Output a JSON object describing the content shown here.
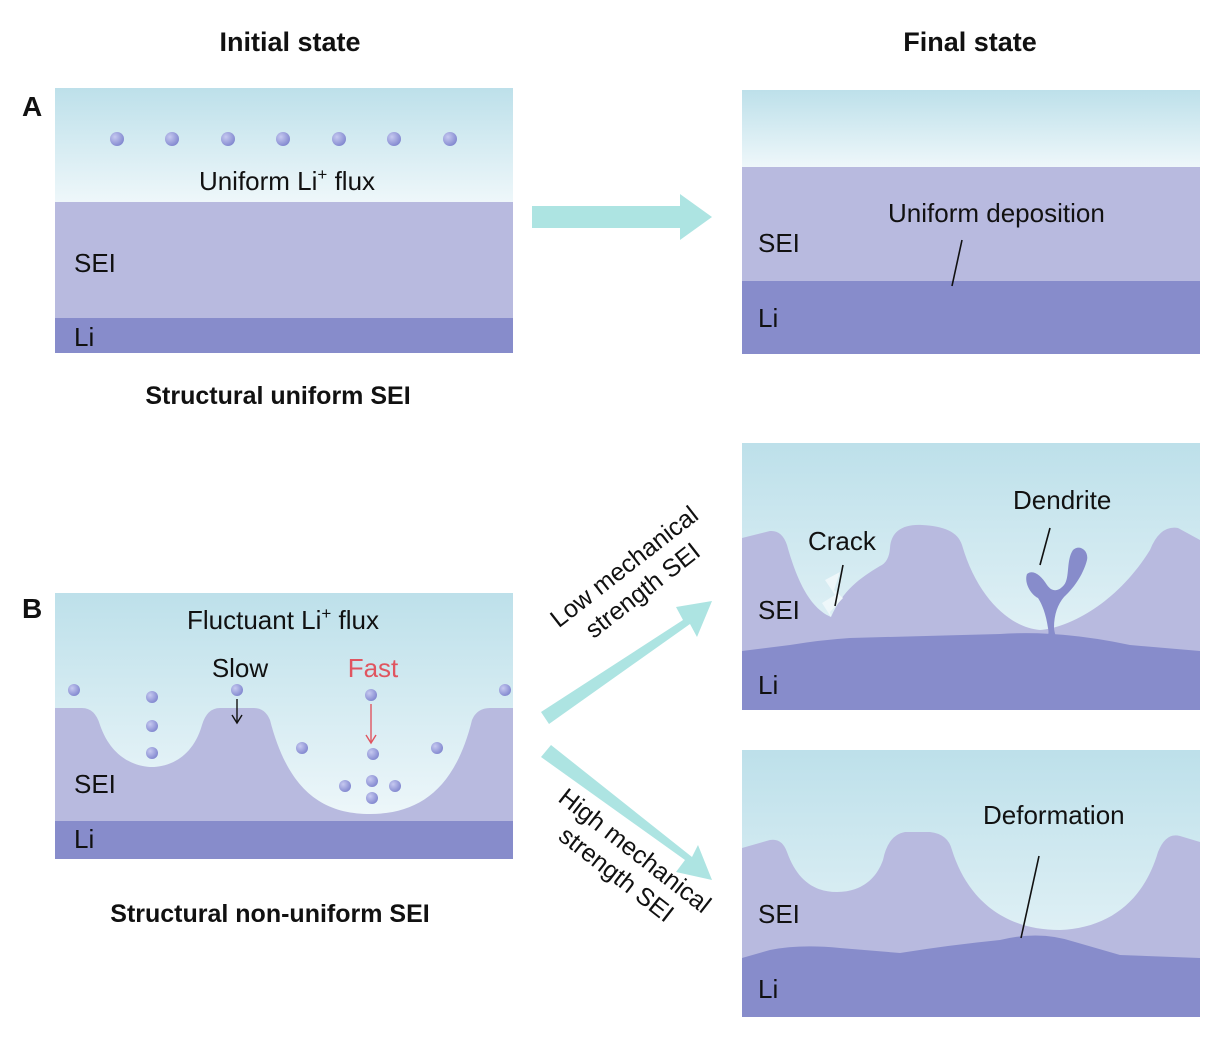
{
  "headers": {
    "initial": "Initial state",
    "final": "Final state"
  },
  "panelA": {
    "letter": "A",
    "flux_base": "Uniform Li",
    "flux_sup": "+",
    "flux_tail": " flux",
    "sei": "SEI",
    "li": "Li",
    "caption": "Structural uniform SEI",
    "final": {
      "sei": "SEI",
      "li": "Li",
      "annotation": "Uniform deposition"
    }
  },
  "panelB": {
    "letter": "B",
    "flux_base": "Fluctuant Li",
    "flux_sup": "+",
    "flux_tail": " flux",
    "slow": "Slow",
    "fast": "Fast",
    "sei": "SEI",
    "li": "Li",
    "caption": "Structural non-uniform SEI",
    "arrow_low": {
      "line1": "Low mechanical",
      "line2": "strength SEI"
    },
    "arrow_high": {
      "line1": "High mechanical",
      "line2": "strength SEI"
    },
    "final_low": {
      "sei": "SEI",
      "li": "Li",
      "crack": "Crack",
      "dendrite": "Dendrite"
    },
    "final_high": {
      "sei": "SEI",
      "li": "Li",
      "deformation": "Deformation"
    }
  },
  "colors": {
    "electrolyte_top": "#bde0ea",
    "electrolyte_bottom": "#eef7fa",
    "sei": "#b8badf",
    "li": "#878ccb",
    "ion": "#8f95d6",
    "arrow": "#ade4e2",
    "fast": "#e05560"
  }
}
